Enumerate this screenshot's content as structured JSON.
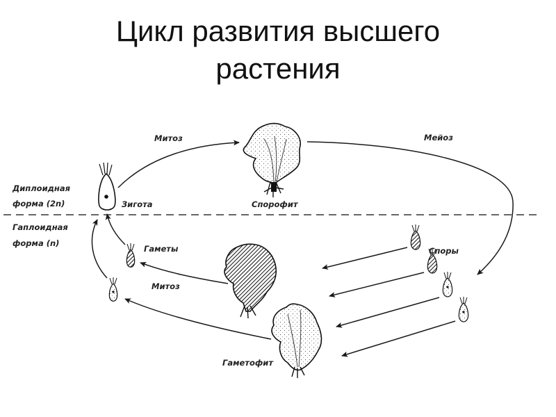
{
  "title": {
    "line1": "Цикл развития высшего",
    "line2": "растения"
  },
  "labels": {
    "mitosis_top": "Митоз",
    "meiosis": "Мейоз",
    "diploid_line1": "Диплоидная",
    "diploid_line2": "форма (2n)",
    "haploid_line1": "Гаплоидная",
    "haploid_line2": "форма (n)",
    "zygote": "Зигота",
    "sporophyte": "Спорофит",
    "gametes": "Гаметы",
    "spores": "Споры",
    "mitosis_bottom": "Митоз",
    "gametophyte": "Гаметофит"
  },
  "colors": {
    "ink": "#1a1a1a",
    "background": "#ffffff"
  }
}
